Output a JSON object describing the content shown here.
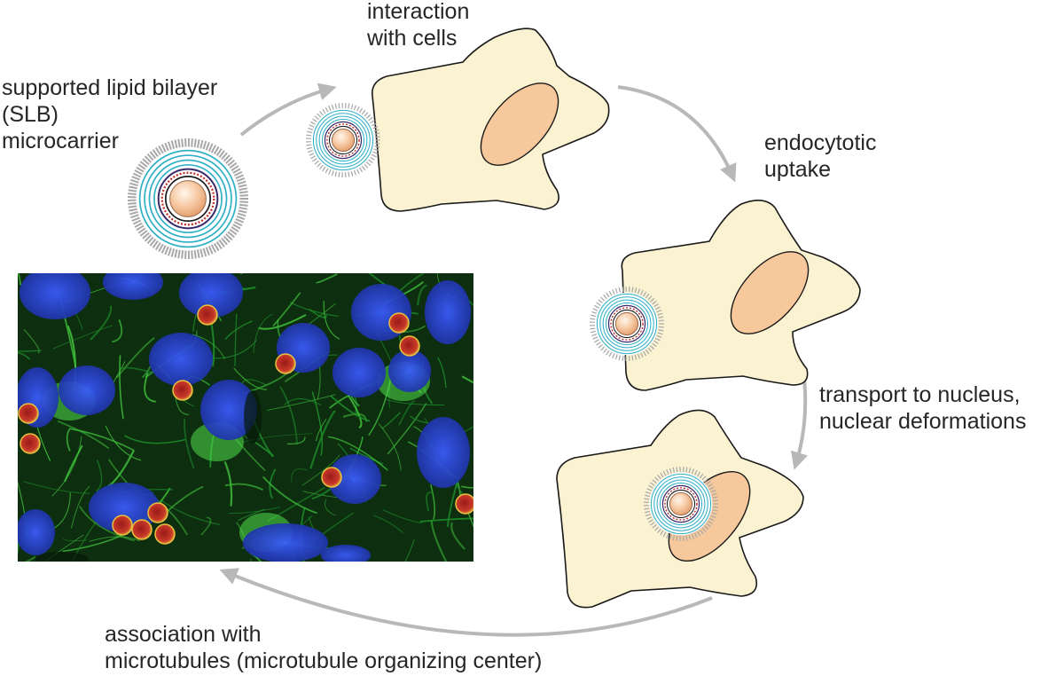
{
  "labels": {
    "microcarrier": [
      "supported lipid bilayer",
      "(SLB)",
      "microcarrier"
    ],
    "interaction": [
      "interaction",
      "with cells"
    ],
    "uptake": [
      "endocytotic",
      "uptake"
    ],
    "transport": [
      "transport to nucleus,",
      "nuclear deformations"
    ],
    "association": [
      "association with",
      "microtubules (microtubule organizing center)"
    ]
  },
  "colors": {
    "cell_fill": "#fbf2d2",
    "nucleus_fill": "#f6c89c",
    "arrow": "#b8b8b8",
    "ring_cyan": "#2fb0c6",
    "ring_purple": "#3a2a6a",
    "ring_red": "#c22a2a",
    "core": "#f4b68a",
    "micro_green": "#1d8f2a",
    "micro_blue": "#1f3fc8",
    "micro_bead": "#c0392b"
  }
}
